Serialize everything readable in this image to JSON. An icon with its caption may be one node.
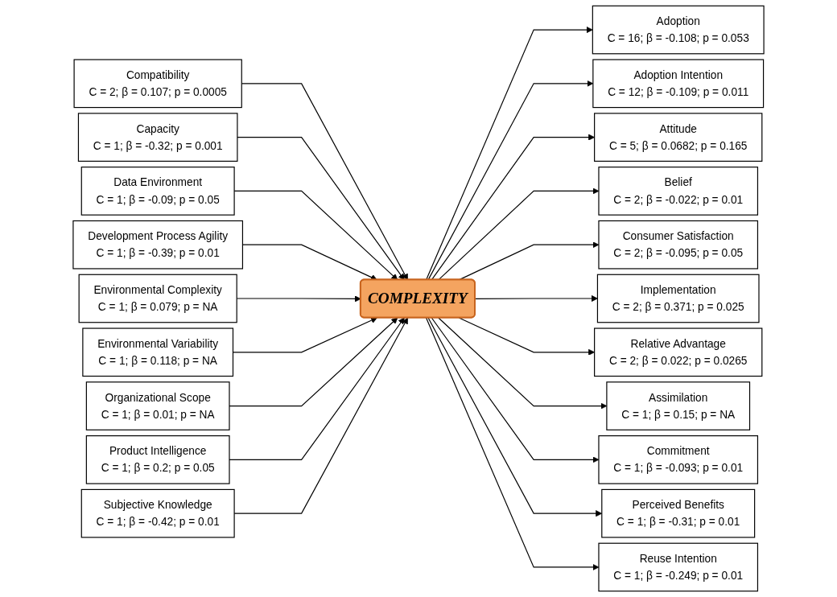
{
  "diagram": {
    "nodes": [
      {
        "text": [
          "Compatibility",
          "C = 2; β = 0.107; p = 0.0005"
        ]
      },
      {
        "text": [
          "Capacity",
          "C = 1; β = -0.32; p = 0.001"
        ]
      },
      {
        "text": [
          "Data Environment",
          "C = 1; β = -0.09; p = 0.05"
        ]
      },
      {
        "text": [
          "Development Process Agility",
          "C = 1; β = -0.39; p = 0.01"
        ]
      },
      {
        "text": [
          "Environmental Complexity",
          "C = 1; β = 0.079; p = NA"
        ]
      },
      {
        "text": [
          "Environmental Variability",
          "C = 1; β = 0.118; p = NA"
        ]
      },
      {
        "text": [
          "Organizational Scope",
          "C = 1; β = 0.01; p = NA"
        ]
      },
      {
        "text": [
          "Product Intelligence",
          "C = 1; β = 0.2; p = 0.05"
        ]
      },
      {
        "text": [
          "Subjective Knowledge",
          "C = 1; β = -0.42; p = 0.01"
        ]
      },
      {
        "text": [
          "COMPLEXITY"
        ]
      },
      {
        "text": [
          "Adoption",
          "C = 16; β = -0.108; p = 0.053"
        ]
      },
      {
        "text": [
          "Adoption Intention",
          "C = 12; β = -0.109; p = 0.011"
        ]
      },
      {
        "text": [
          "Attitude",
          "C = 5; β = 0.0682; p = 0.165"
        ]
      },
      {
        "text": [
          "Belief",
          "C = 2; β = -0.022; p = 0.01"
        ]
      },
      {
        "text": [
          "Consumer Satisfaction",
          "C = 2; β = -0.095; p = 0.05"
        ]
      },
      {
        "text": [
          "Implementation",
          "C = 2; β = 0.371; p = 0.025"
        ]
      },
      {
        "text": [
          "Relative Advantage",
          "C = 2; β = 0.022; p = 0.0265"
        ]
      },
      {
        "text": [
          "Assimilation",
          "C = 1; β = 0.15; p = NA"
        ]
      },
      {
        "text": [
          "Commitment",
          "C = 1; β = -0.093; p = 0.01"
        ]
      },
      {
        "text": [
          "Perceived Benefits",
          "C = 1; β = -0.31; p = 0.01"
        ]
      },
      {
        "text": [
          "Reuse Intention",
          "C = 1; β = -0.249; p = 0.01"
        ]
      }
    ],
    "edges": [
      {
        "from": 0,
        "to": 9,
        "arrow": "to"
      },
      {
        "from": 1,
        "to": 9,
        "arrow": "to"
      },
      {
        "from": 2,
        "to": 9,
        "arrow": "to"
      },
      {
        "from": 3,
        "to": 9,
        "arrow": "to"
      },
      {
        "from": 4,
        "to": 9,
        "arrow": "to"
      },
      {
        "from": 5,
        "to": 9,
        "arrow": "to"
      },
      {
        "from": 6,
        "to": 9,
        "arrow": "to"
      },
      {
        "from": 7,
        "to": 9,
        "arrow": "to"
      },
      {
        "from": 8,
        "to": 9,
        "arrow": "to"
      },
      {
        "from": 9,
        "to": 10,
        "arrow": "to"
      },
      {
        "from": 9,
        "to": 11,
        "arrow": "to"
      },
      {
        "from": 9,
        "to": 12,
        "arrow": "to"
      },
      {
        "from": 9,
        "to": 13,
        "arrow": "to"
      },
      {
        "from": 9,
        "to": 14,
        "arrow": "to"
      },
      {
        "from": 9,
        "to": 15,
        "arrow": "to"
      },
      {
        "from": 9,
        "to": 16,
        "arrow": "to"
      },
      {
        "from": 9,
        "to": 17,
        "arrow": "to"
      },
      {
        "from": 9,
        "to": 18,
        "arrow": "to"
      },
      {
        "from": 9,
        "to": 19,
        "arrow": "to"
      },
      {
        "from": 9,
        "to": 20,
        "arrow": "to"
      }
    ]
  }
}
